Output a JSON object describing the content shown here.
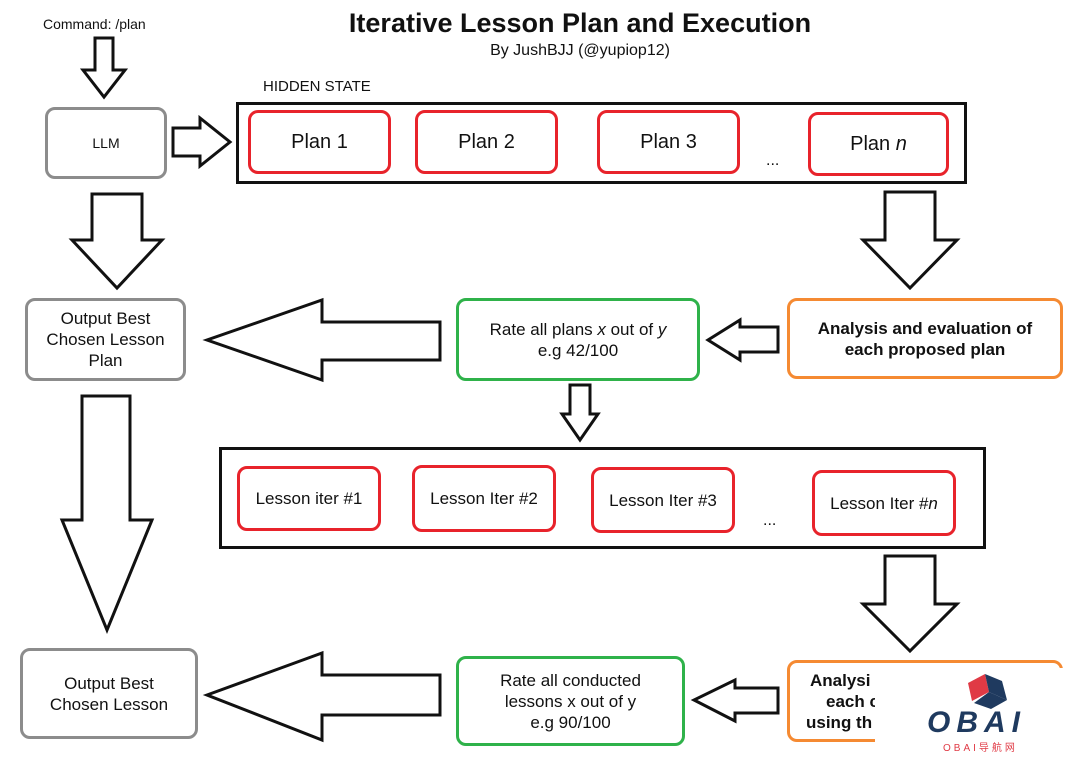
{
  "title": "Iterative Lesson Plan and Execution",
  "subtitle": "By JushBJJ (@yupiop12)",
  "command": "Command: /plan",
  "llm": "LLM",
  "hidden_state_label": "HIDDEN STATE",
  "plans": [
    "Plan 1",
    "Plan 2",
    "Plan 3"
  ],
  "plan_n": {
    "prefix": "Plan ",
    "var": "n"
  },
  "ellipsis": "...",
  "output_plan": [
    "Output Best",
    "Chosen Lesson",
    "Plan"
  ],
  "rate_plans": {
    "line1_prefix": "Rate all plans ",
    "x": "x",
    "mid": " out of ",
    "y": "y",
    "line2": "e.g 42/100"
  },
  "analysis_plans": [
    "Analysis and evaluation of",
    "each proposed plan"
  ],
  "lessons": [
    "Lesson iter #1",
    "Lesson Iter #2",
    "Lesson Iter #3"
  ],
  "lesson_n": {
    "prefix": "Lesson Iter #",
    "var": "n"
  },
  "output_lesson": [
    "Output Best",
    "Chosen Lesson"
  ],
  "rate_lessons": [
    "Rate all conducted",
    "lessons x out of y",
    "e.g 90/100"
  ],
  "analysis_lessons_visible": [
    "Analysi",
    "each c",
    "using th"
  ],
  "watermark": {
    "text": "OBAI",
    "subtext": "OBAI导航网"
  },
  "colors": {
    "plan_border": "#e8232b",
    "rate_border": "#2fb24a",
    "analysis_border": "#f58a32",
    "llm_border": "#8c8c8c",
    "logo_red": "#e03a45",
    "logo_navy": "#1f3a5f"
  }
}
